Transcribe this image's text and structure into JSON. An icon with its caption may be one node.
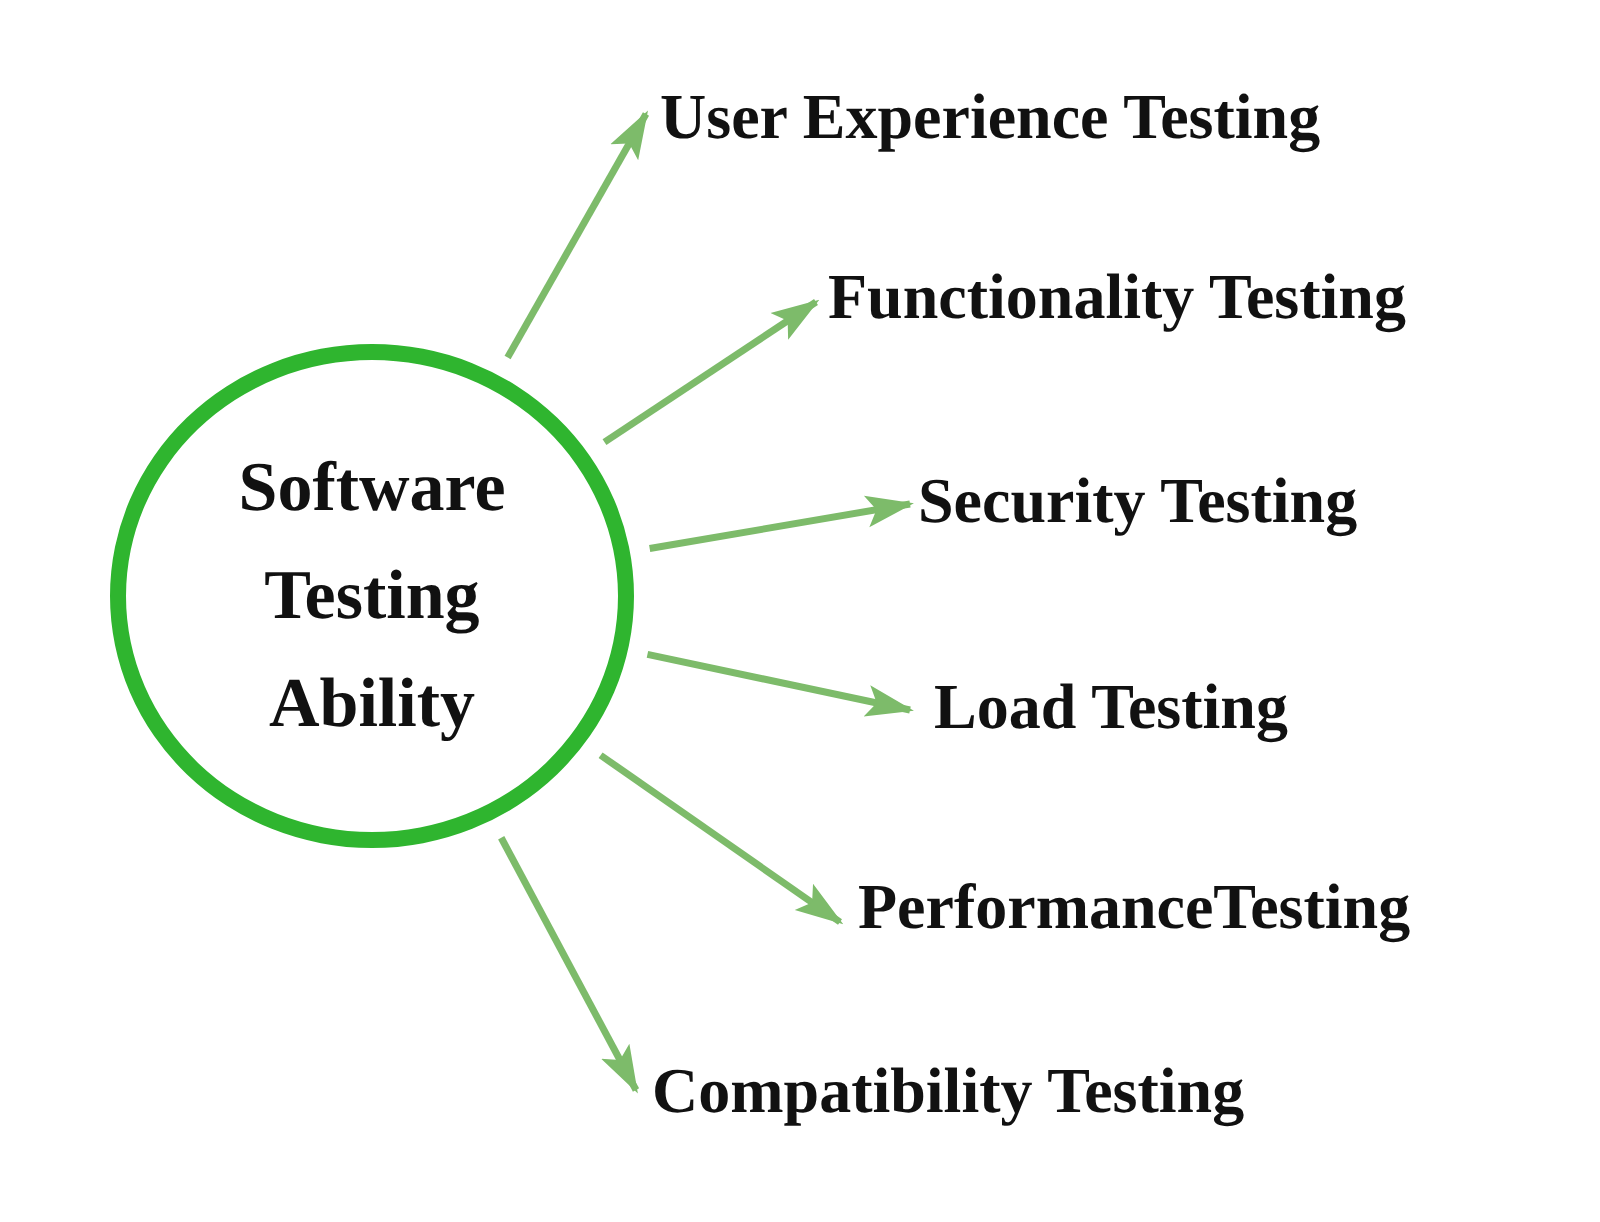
{
  "diagram": {
    "nodes": [
      {
        "text": [
          "Software Testing Ability"
        ]
      },
      {
        "text": [
          "User Experience Testing"
        ]
      },
      {
        "text": [
          "Functionality Testing"
        ]
      },
      {
        "text": [
          "Security Testing"
        ]
      },
      {
        "text": [
          "Load Testing"
        ]
      },
      {
        "text": [
          "PerformanceTesting"
        ]
      },
      {
        "text": [
          "Compatibility Testing"
        ]
      }
    ],
    "edges": [
      {
        "from": 0,
        "to": 1,
        "arrow": "to"
      },
      {
        "from": 0,
        "to": 2,
        "arrow": "to"
      },
      {
        "from": 0,
        "to": 3,
        "arrow": "to"
      },
      {
        "from": 0,
        "to": 4,
        "arrow": "to"
      },
      {
        "from": 0,
        "to": 5,
        "arrow": "to"
      },
      {
        "from": 0,
        "to": 6,
        "arrow": "to"
      }
    ]
  }
}
